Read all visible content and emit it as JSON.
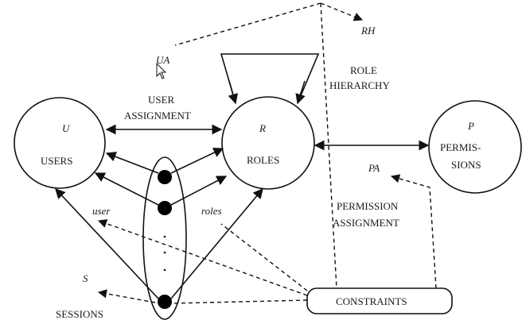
{
  "labels": {
    "rh": "RH",
    "ua": "UA",
    "role_hierarchy_1": "ROLE",
    "role_hierarchy_2": "HIERARCHY",
    "user_assignment_1": "USER",
    "user_assignment_2": "ASSIGNMENT",
    "u": "U",
    "users": "USERS",
    "r": "R",
    "roles": "ROLES",
    "p": "P",
    "permissions_1": "PERMIS-",
    "permissions_2": "SIONS",
    "pa": "PA",
    "permission_assignment_1": "PERMISSION",
    "permission_assignment_2": "ASSIGNMENT",
    "user": "user",
    "roles_fn": "roles",
    "s": "S",
    "sessions": "SESSIONS",
    "constraints": "CONSTRAINTS"
  }
}
